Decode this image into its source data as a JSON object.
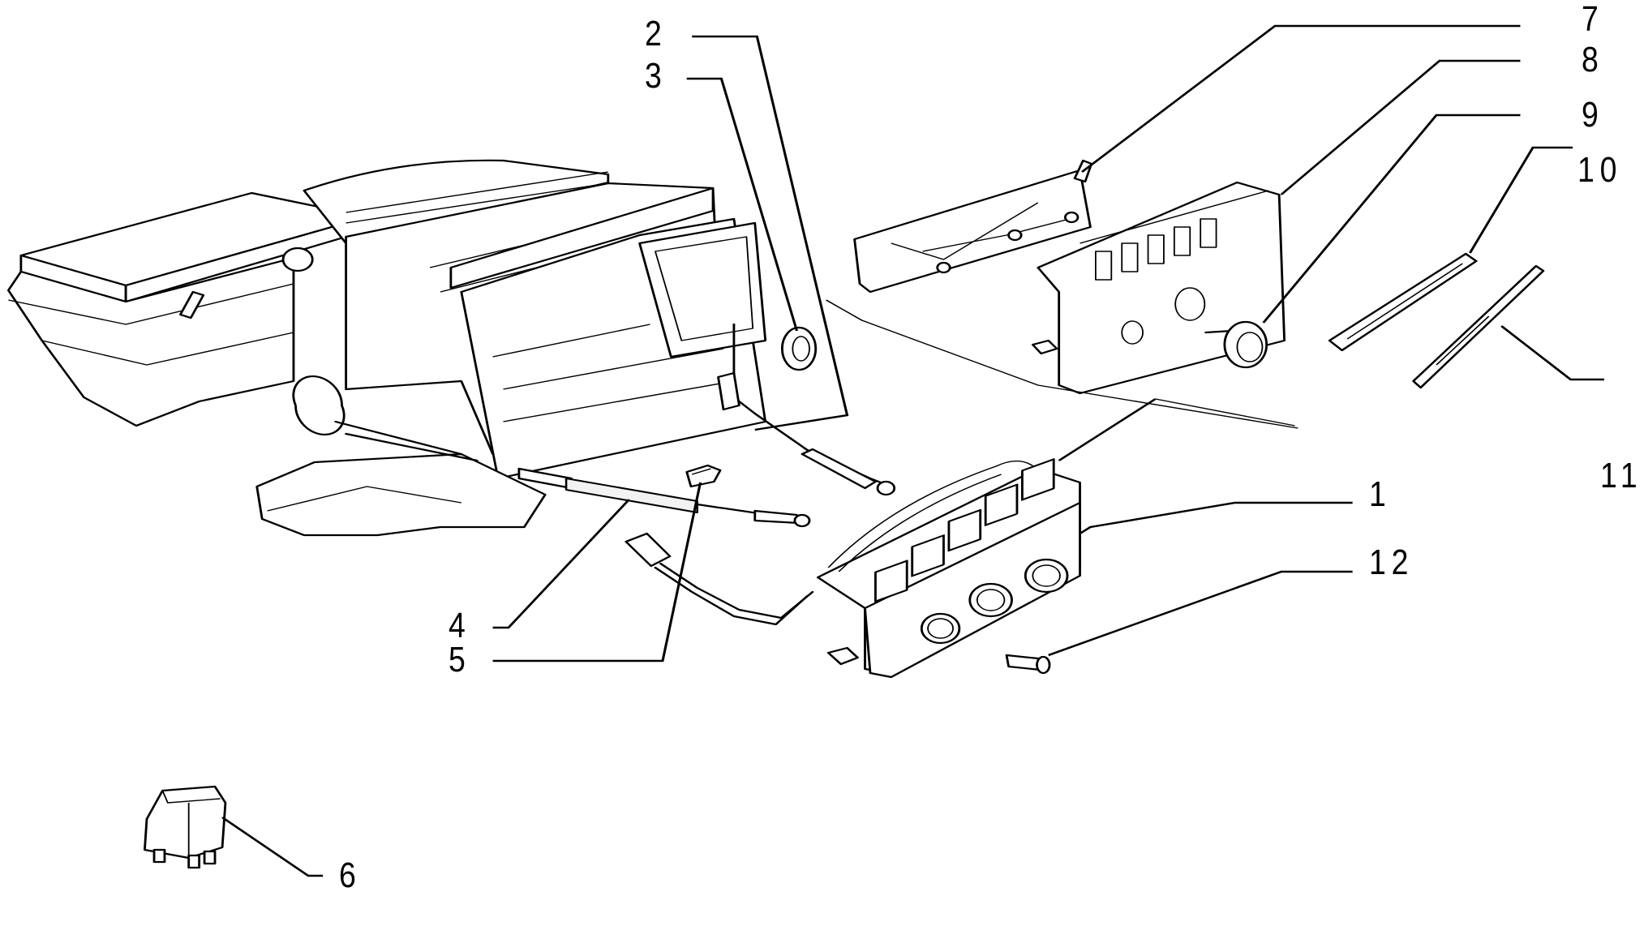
{
  "diagram": {
    "title": "Heater / climate control assembly exploded view",
    "callouts": [
      {
        "id": "1",
        "label": "1",
        "part": "climate control panel"
      },
      {
        "id": "2",
        "label": "2",
        "part": "control cable"
      },
      {
        "id": "3",
        "label": "3",
        "part": "grommet"
      },
      {
        "id": "4",
        "label": "4",
        "part": "control cable"
      },
      {
        "id": "5",
        "label": "5",
        "part": "screw"
      },
      {
        "id": "6",
        "label": "6",
        "part": "relay"
      },
      {
        "id": "7",
        "label": "7",
        "part": "control lever mechanism"
      },
      {
        "id": "8",
        "label": "8",
        "part": "control panel frame"
      },
      {
        "id": "9",
        "label": "9",
        "part": "knob"
      },
      {
        "id": "10",
        "label": "10",
        "part": "trim strip"
      },
      {
        "id": "11",
        "label": "11",
        "part": "trim strip"
      },
      {
        "id": "12",
        "label": "12",
        "part": "screw"
      }
    ]
  }
}
